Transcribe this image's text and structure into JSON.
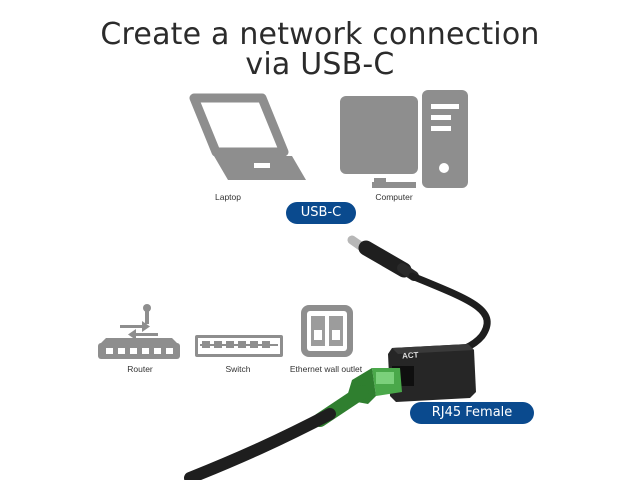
{
  "title": {
    "line1": "Create a network connection",
    "line2": "via USB-C"
  },
  "devices": {
    "laptop": "Laptop",
    "computer": "Computer",
    "router": "Router",
    "switch": "Switch",
    "wall_outlet": "Ethernet wall outlet"
  },
  "labels": {
    "usb_c": "USB-C",
    "rj45": "RJ45 Female",
    "adapter_logo": "ACT"
  },
  "colors": {
    "icon_gray": "#8e8e8e",
    "badge_blue": "#0a4a8e",
    "cable_black": "#1e1e1e"
  }
}
